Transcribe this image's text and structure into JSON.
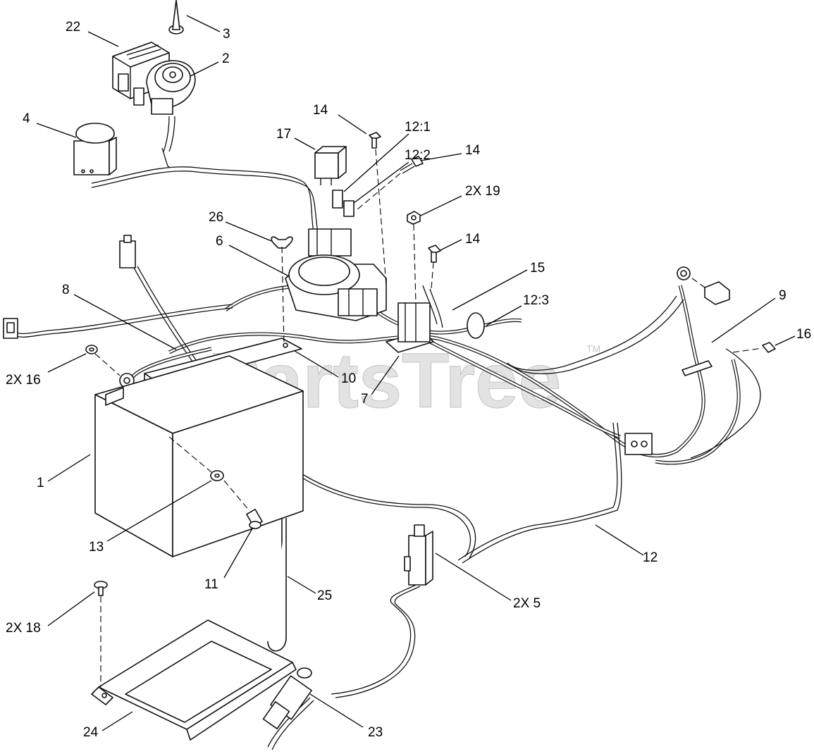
{
  "watermark": {
    "text": "PartsTree",
    "trademark": "TM"
  },
  "callouts": [
    {
      "id": "c22",
      "label": "22"
    },
    {
      "id": "c3",
      "label": "3"
    },
    {
      "id": "c2",
      "label": "2"
    },
    {
      "id": "c4",
      "label": "4"
    },
    {
      "id": "c14a",
      "label": "14"
    },
    {
      "id": "c121",
      "label": "12:1"
    },
    {
      "id": "c17",
      "label": "17"
    },
    {
      "id": "c122",
      "label": "12:2"
    },
    {
      "id": "c14b",
      "label": "14"
    },
    {
      "id": "c19",
      "label": "2X 19"
    },
    {
      "id": "c26",
      "label": "26"
    },
    {
      "id": "c6",
      "label": "6"
    },
    {
      "id": "c14c",
      "label": "14"
    },
    {
      "id": "c15",
      "label": "15"
    },
    {
      "id": "c8",
      "label": "8"
    },
    {
      "id": "c123",
      "label": "12:3"
    },
    {
      "id": "c9",
      "label": "9"
    },
    {
      "id": "c16a",
      "label": "16"
    },
    {
      "id": "c16b",
      "label": "2X 16"
    },
    {
      "id": "c10",
      "label": "10"
    },
    {
      "id": "c7",
      "label": "7"
    },
    {
      "id": "c1",
      "label": "1"
    },
    {
      "id": "c13",
      "label": "13"
    },
    {
      "id": "c11",
      "label": "11"
    },
    {
      "id": "c12",
      "label": "12"
    },
    {
      "id": "c25",
      "label": "25"
    },
    {
      "id": "c5",
      "label": "2X  5"
    },
    {
      "id": "c18",
      "label": "2X 18"
    },
    {
      "id": "c24",
      "label": "24"
    },
    {
      "id": "c23",
      "label": "23"
    }
  ]
}
